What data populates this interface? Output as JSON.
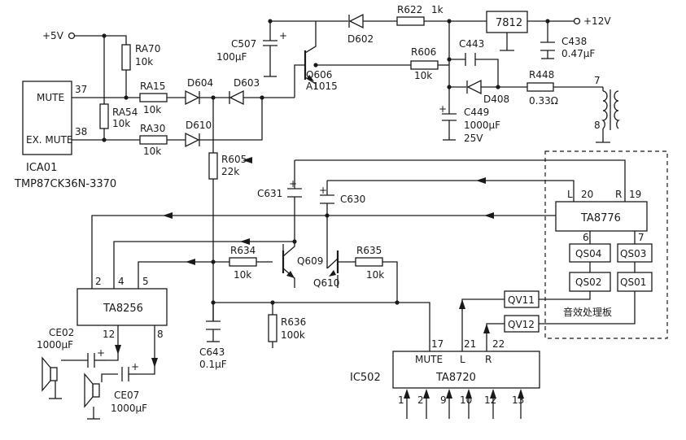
{
  "supply": {
    "v5": "+5V",
    "v12": "+12V"
  },
  "ics": {
    "ica01": {
      "ref": "ICA01",
      "part": "TMP87CK36N-3370",
      "pin_mute_label": "MUTE",
      "pin_exmute_label": "EX. MUTE",
      "pin37": "37",
      "pin38": "38"
    },
    "ta8256": {
      "name": "TA8256",
      "p2": "2",
      "p4": "4",
      "p5": "5",
      "p12": "12",
      "p8": "8"
    },
    "ta8776": {
      "name": "TA8776",
      "p20": "20",
      "p19": "19",
      "p6": "6",
      "p7": "7",
      "L": "L",
      "R": "R"
    },
    "ic502": {
      "ref": "IC502",
      "name": "TA8720",
      "mute": "MUTE",
      "L": "L",
      "R": "R",
      "p17": "17",
      "p21": "21",
      "p22": "22",
      "bottom_pins": [
        "1",
        "2",
        "9",
        "10",
        "12",
        "13"
      ]
    },
    "reg7812": {
      "name": "7812"
    }
  },
  "modules": {
    "qs04": "QS04",
    "qs03": "QS03",
    "qs02": "QS02",
    "qs01": "QS01",
    "qv11": "QV11",
    "qv12": "QV12",
    "board_label": "音效处理板"
  },
  "resistors": {
    "ra70": {
      "ref": "RA70",
      "val": "10k"
    },
    "ra15": {
      "ref": "RA15",
      "val": "10k"
    },
    "ra54": {
      "ref": "RA54",
      "val": "10k"
    },
    "ra30": {
      "ref": "RA30",
      "val": "10k"
    },
    "r622": {
      "ref": "R622",
      "val": "1k"
    },
    "r606": {
      "ref": "R606",
      "val": "10k"
    },
    "r448": {
      "ref": "R448",
      "val": "0.33Ω"
    },
    "r605": {
      "ref": "R605",
      "val": "22k"
    },
    "r634": {
      "ref": "R634",
      "val": "10k"
    },
    "r635": {
      "ref": "R635",
      "val": "10k"
    },
    "r636": {
      "ref": "R636",
      "val": "100k"
    }
  },
  "capacitors": {
    "c507": {
      "ref": "C507",
      "val": "100μF"
    },
    "c443": {
      "ref": "C443"
    },
    "c438": {
      "ref": "C438",
      "val": "0.47μF"
    },
    "c449": {
      "ref": "C449",
      "val": "1000μF",
      "v": "25V"
    },
    "c631": {
      "ref": "C631"
    },
    "c630": {
      "ref": "C630"
    },
    "c643": {
      "ref": "C643",
      "val": "0.1μF"
    },
    "ce02": {
      "ref": "CE02",
      "val": "1000μF"
    },
    "ce07": {
      "ref": "CE07",
      "val": "1000μF"
    }
  },
  "diodes": {
    "d602": "D602",
    "d604": "D604",
    "d603": "D603",
    "d610": "D610",
    "d408": "D408"
  },
  "transistors": {
    "q606": {
      "ref": "Q606",
      "part": "A1015"
    },
    "q609": {
      "ref": "Q609"
    },
    "q610": {
      "ref": "Q610"
    }
  },
  "transformer": {
    "p7": "7",
    "p8": "8"
  }
}
